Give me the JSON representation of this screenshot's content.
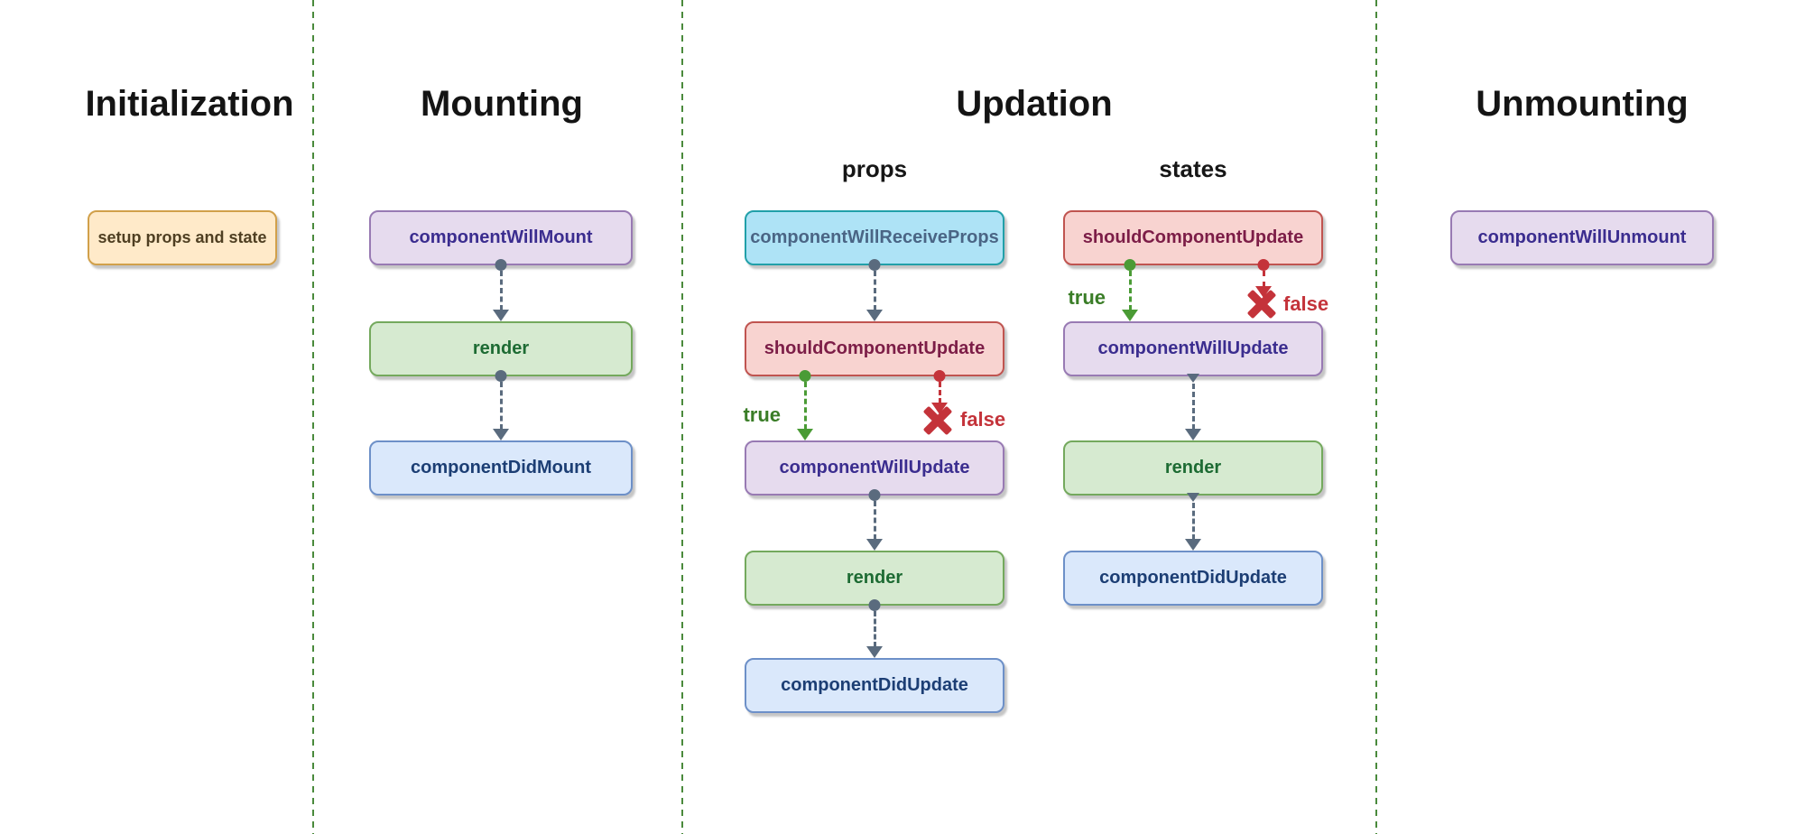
{
  "sections": [
    {
      "title": "Initialization",
      "nodes": [
        {
          "label": "setup props and state",
          "variant": "orange"
        }
      ]
    },
    {
      "title": "Mounting",
      "nodes": [
        {
          "label": "componentWillMount",
          "variant": "purple"
        },
        {
          "label": "render",
          "variant": "green"
        },
        {
          "label": "componentDidMount",
          "variant": "blue"
        }
      ]
    },
    {
      "title": "Updation",
      "columns": [
        {
          "label": "props",
          "nodes": [
            {
              "label": "componentWillReceiveProps",
              "variant": "cyan"
            },
            {
              "label": "shouldComponentUpdate",
              "variant": "red"
            },
            {
              "label": "componentWillUpdate",
              "variant": "purple"
            },
            {
              "label": "render",
              "variant": "green"
            },
            {
              "label": "componentDidUpdate",
              "variant": "blue"
            }
          ]
        },
        {
          "label": "states",
          "nodes": [
            {
              "label": "shouldComponentUpdate",
              "variant": "red"
            },
            {
              "label": "componentWillUpdate",
              "variant": "purple"
            },
            {
              "label": "render",
              "variant": "green"
            },
            {
              "label": "componentDidUpdate",
              "variant": "blue"
            }
          ]
        }
      ]
    },
    {
      "title": "Unmounting",
      "nodes": [
        {
          "label": "componentWillUnmount",
          "variant": "purple"
        }
      ]
    }
  ],
  "edges": {
    "mounting": [
      {
        "from": "componentWillMount",
        "to": "render"
      },
      {
        "from": "render",
        "to": "componentDidMount"
      }
    ],
    "updation_props": [
      {
        "from": "componentWillReceiveProps",
        "to": "shouldComponentUpdate"
      },
      {
        "from": "shouldComponentUpdate",
        "to": "componentWillUpdate",
        "label": "true"
      },
      {
        "from": "shouldComponentUpdate",
        "to": "stop-x",
        "label": "false"
      },
      {
        "from": "componentWillUpdate",
        "to": "render"
      },
      {
        "from": "render",
        "to": "componentDidUpdate"
      }
    ],
    "updation_states": [
      {
        "from": "shouldComponentUpdate",
        "to": "componentWillUpdate",
        "label": "true"
      },
      {
        "from": "shouldComponentUpdate",
        "to": "stop-x",
        "label": "false"
      },
      {
        "from": "componentWillUpdate",
        "to": "render"
      },
      {
        "from": "render",
        "to": "componentDidUpdate"
      }
    ]
  },
  "colors": {
    "background": "#ffffff",
    "title_text": "#141414",
    "divider_green": "#4a8a3c",
    "arrow_slate": "#5a6b7e",
    "arrow_green": "#4a9b35",
    "arrow_red": "#c4333a",
    "true_text": "#3a7d27",
    "false_text": "#c4333a",
    "palette": {
      "orange": {
        "fill": "#ffeac9",
        "border": "#d1a04a",
        "text": "#4f3f22"
      },
      "purple": {
        "fill": "#e6dbee",
        "border": "#987ab3",
        "text": "#3b2d8f"
      },
      "green": {
        "fill": "#d6ead0",
        "border": "#74a95d",
        "text": "#1d6b33"
      },
      "blue": {
        "fill": "#dae8fb",
        "border": "#6d90c8",
        "text": "#1c3e74"
      },
      "cyan": {
        "fill": "#aee3f6",
        "border": "#21a0a9",
        "text": "#4a6585"
      },
      "red": {
        "fill": "#f8d3d0",
        "border": "#c05450",
        "text": "#7c1d47"
      }
    }
  }
}
